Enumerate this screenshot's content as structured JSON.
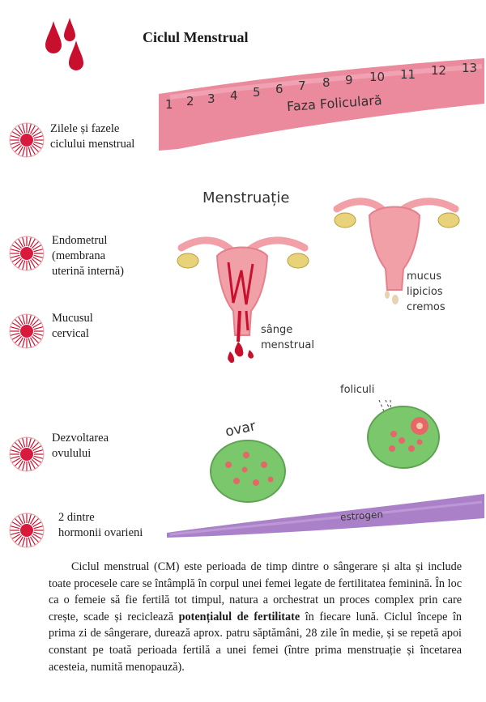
{
  "title": "Ciclul Menstrual",
  "timeline": {
    "days": [
      "1",
      "2",
      "3",
      "4",
      "5",
      "6",
      "7",
      "8",
      "9",
      "10",
      "11",
      "12",
      "13"
    ],
    "phase_label": "Faza Foliculară"
  },
  "rows": [
    {
      "label_lines": [
        "Zilele și fazele",
        "ciclului menstrual"
      ]
    },
    {
      "label_lines": [
        "Endometrul",
        "(membrana",
        "uterină internă)"
      ]
    },
    {
      "label_lines": [
        "Mucusul",
        "cervical"
      ]
    },
    {
      "label_lines": [
        "Dezvoltarea",
        "ovulului"
      ]
    },
    {
      "label_lines": [
        "2 dintre",
        "hormonii ovarieni"
      ]
    }
  ],
  "illustrations": {
    "menstruation_label": "Menstruație",
    "blood_label_lines": [
      "sânge",
      "menstrual"
    ],
    "mucus_label_lines": [
      "mucus",
      "lipicios",
      "cremos"
    ],
    "ovary_label": "ovar",
    "follicles_label": "foliculi",
    "hormone_label": "estrogen"
  },
  "colors": {
    "blood": "#c8102e",
    "timeline_band": "#e8798f",
    "uterus": "#f2a0a8",
    "ovary_green": "#7bc86c",
    "estrogen_band": "#9b6bbf",
    "flower_center": "#d81b3c"
  },
  "paragraph": {
    "part1": "Ciclul menstrual (CM) este perioada de timp dintre o sângerare și alta și include toate procesele care se întâmplă în corpul unei femei legate de fertilitatea feminină. În loc ca o femeie să fie fertilă tot timpul, natura a orchestrat un proces complex prin care crește, scade și reciclează ",
    "bold": "potențialul de fertilitate",
    "part2": " în fiecare lună. Ciclul începe în prima zi de sângerare, durează aprox. patru săptămâni, 28 zile în medie, și se repetă apoi constant pe toată perioada fertilă a unei femei (între prima menstruație și încetarea acesteia, numită menopauză)."
  }
}
